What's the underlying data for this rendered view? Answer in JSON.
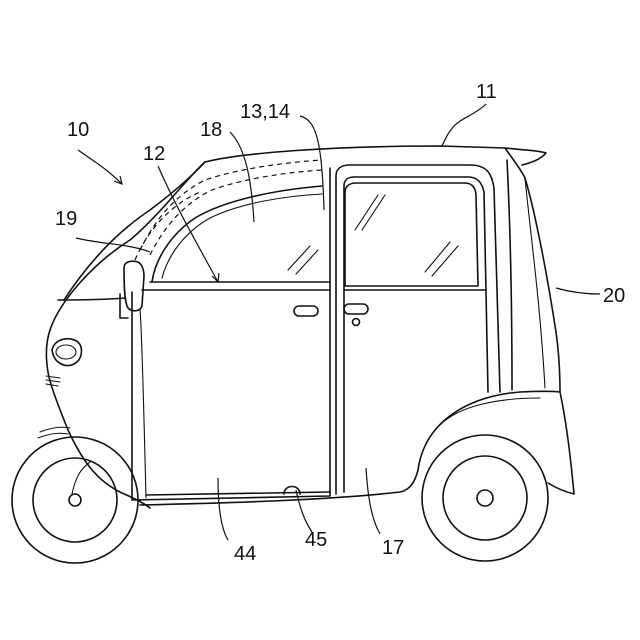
{
  "figure": {
    "labels": {
      "vehicle": "10",
      "roof": "11",
      "front_door": "12",
      "pillar_pair": "13,14",
      "rear_door": "17",
      "window": "18",
      "mirror": "19",
      "body_side": "20",
      "door_lower_edge": "44",
      "door_catch": "45"
    }
  }
}
